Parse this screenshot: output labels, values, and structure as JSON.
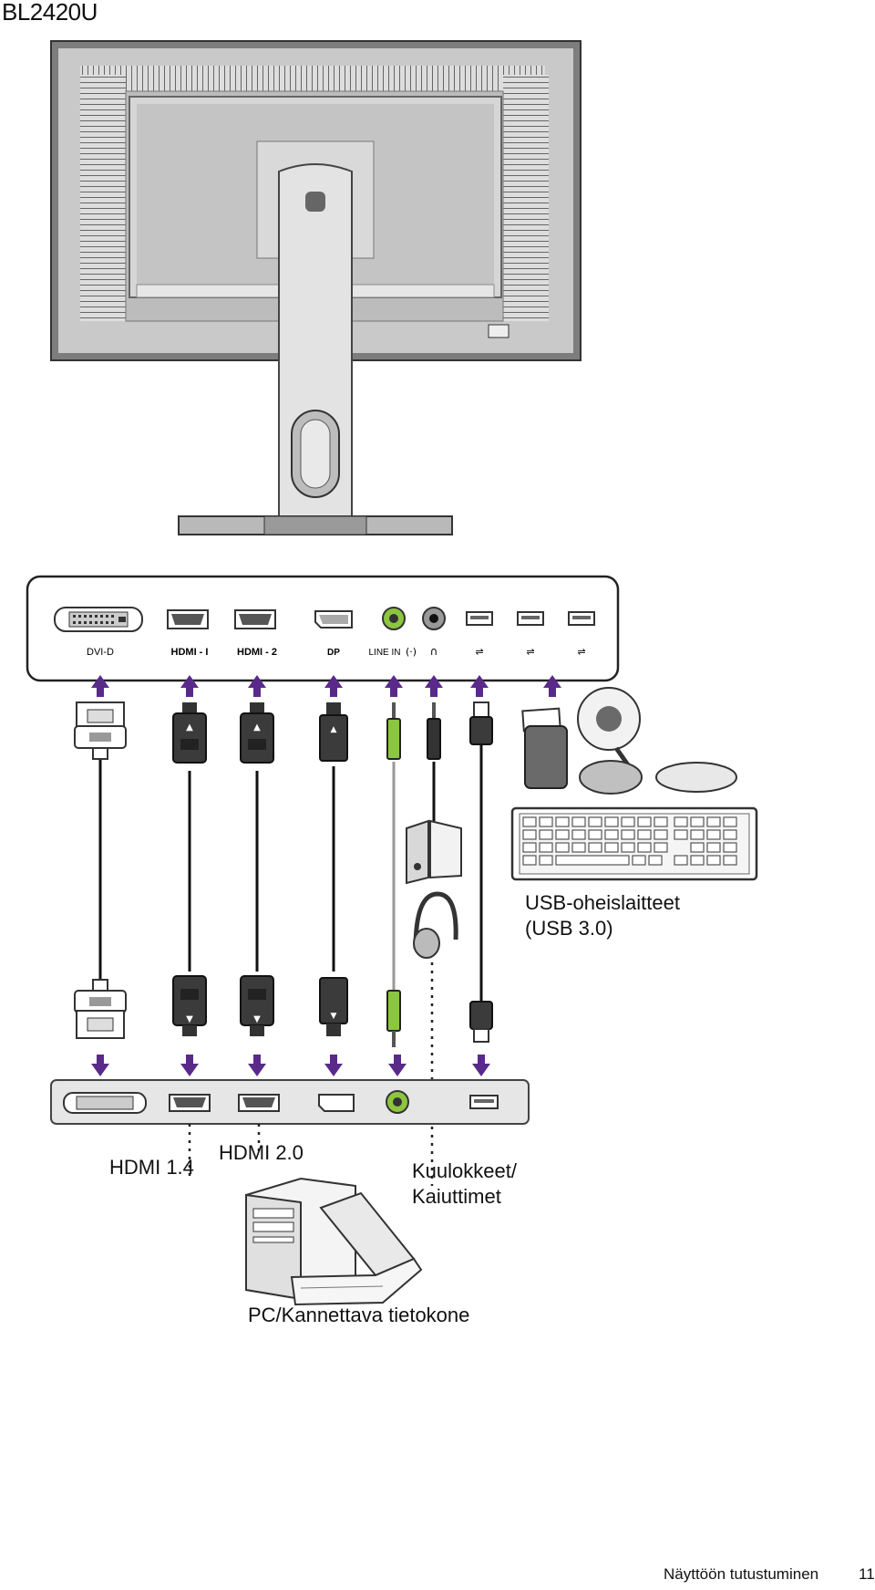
{
  "model": "BL2420U",
  "port_labels": {
    "dvi": "DVI-D",
    "hdmi1": "HDMI - I",
    "hdmi2": "HDMI - 2",
    "dp": "DP",
    "line_in": "LINE IN"
  },
  "labels": {
    "usb_line1": "USB-oheislaitteet",
    "usb_line2": "(USB 3.0)",
    "hdmi14": "HDMI 1.4",
    "hdmi20": "HDMI 2.0",
    "phones_line1": "Kuulokkeet/",
    "phones_line2": "Kaiuttimet",
    "pc": "PC/Kannettava tietokone"
  },
  "footer": {
    "section": "Näyttöön tutustuminen",
    "page": "11"
  },
  "colors": {
    "arrow": "#5a2a8a",
    "audio_green": "#8cc63f",
    "monitor_frame": "#8a8a8a",
    "panel_fill": "#e8e8e8",
    "cable": "#111111"
  }
}
